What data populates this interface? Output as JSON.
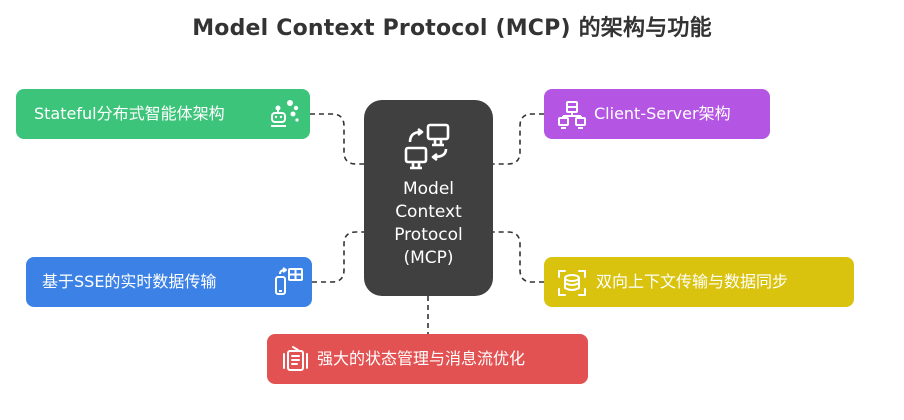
{
  "title": "Model Context Protocol (MCP) 的架构与功能",
  "center": {
    "lines": [
      "Model",
      "Context",
      "Protocol",
      "(MCP)"
    ],
    "icon": "network-monitors-icon"
  },
  "nodes": {
    "stateful": {
      "label": "Stateful分布式智能体架构",
      "icon": "robot-icon",
      "color": "#3cc47a"
    },
    "client_server": {
      "label": "Client-Server架构",
      "icon": "server-network-icon",
      "color": "#b455e3"
    },
    "sse": {
      "label": "基于SSE的实时数据传输",
      "icon": "mobile-data-icon",
      "color": "#3c82e6"
    },
    "bidirectional": {
      "label": "双向上下文传输与数据同步",
      "icon": "sync-database-icon",
      "color": "#d9c30f"
    },
    "state_management": {
      "label": "强大的状态管理与消息流优化",
      "icon": "message-flow-icon",
      "color": "#e35252"
    }
  },
  "colors": {
    "center": "#404040",
    "connector": "#333333"
  }
}
